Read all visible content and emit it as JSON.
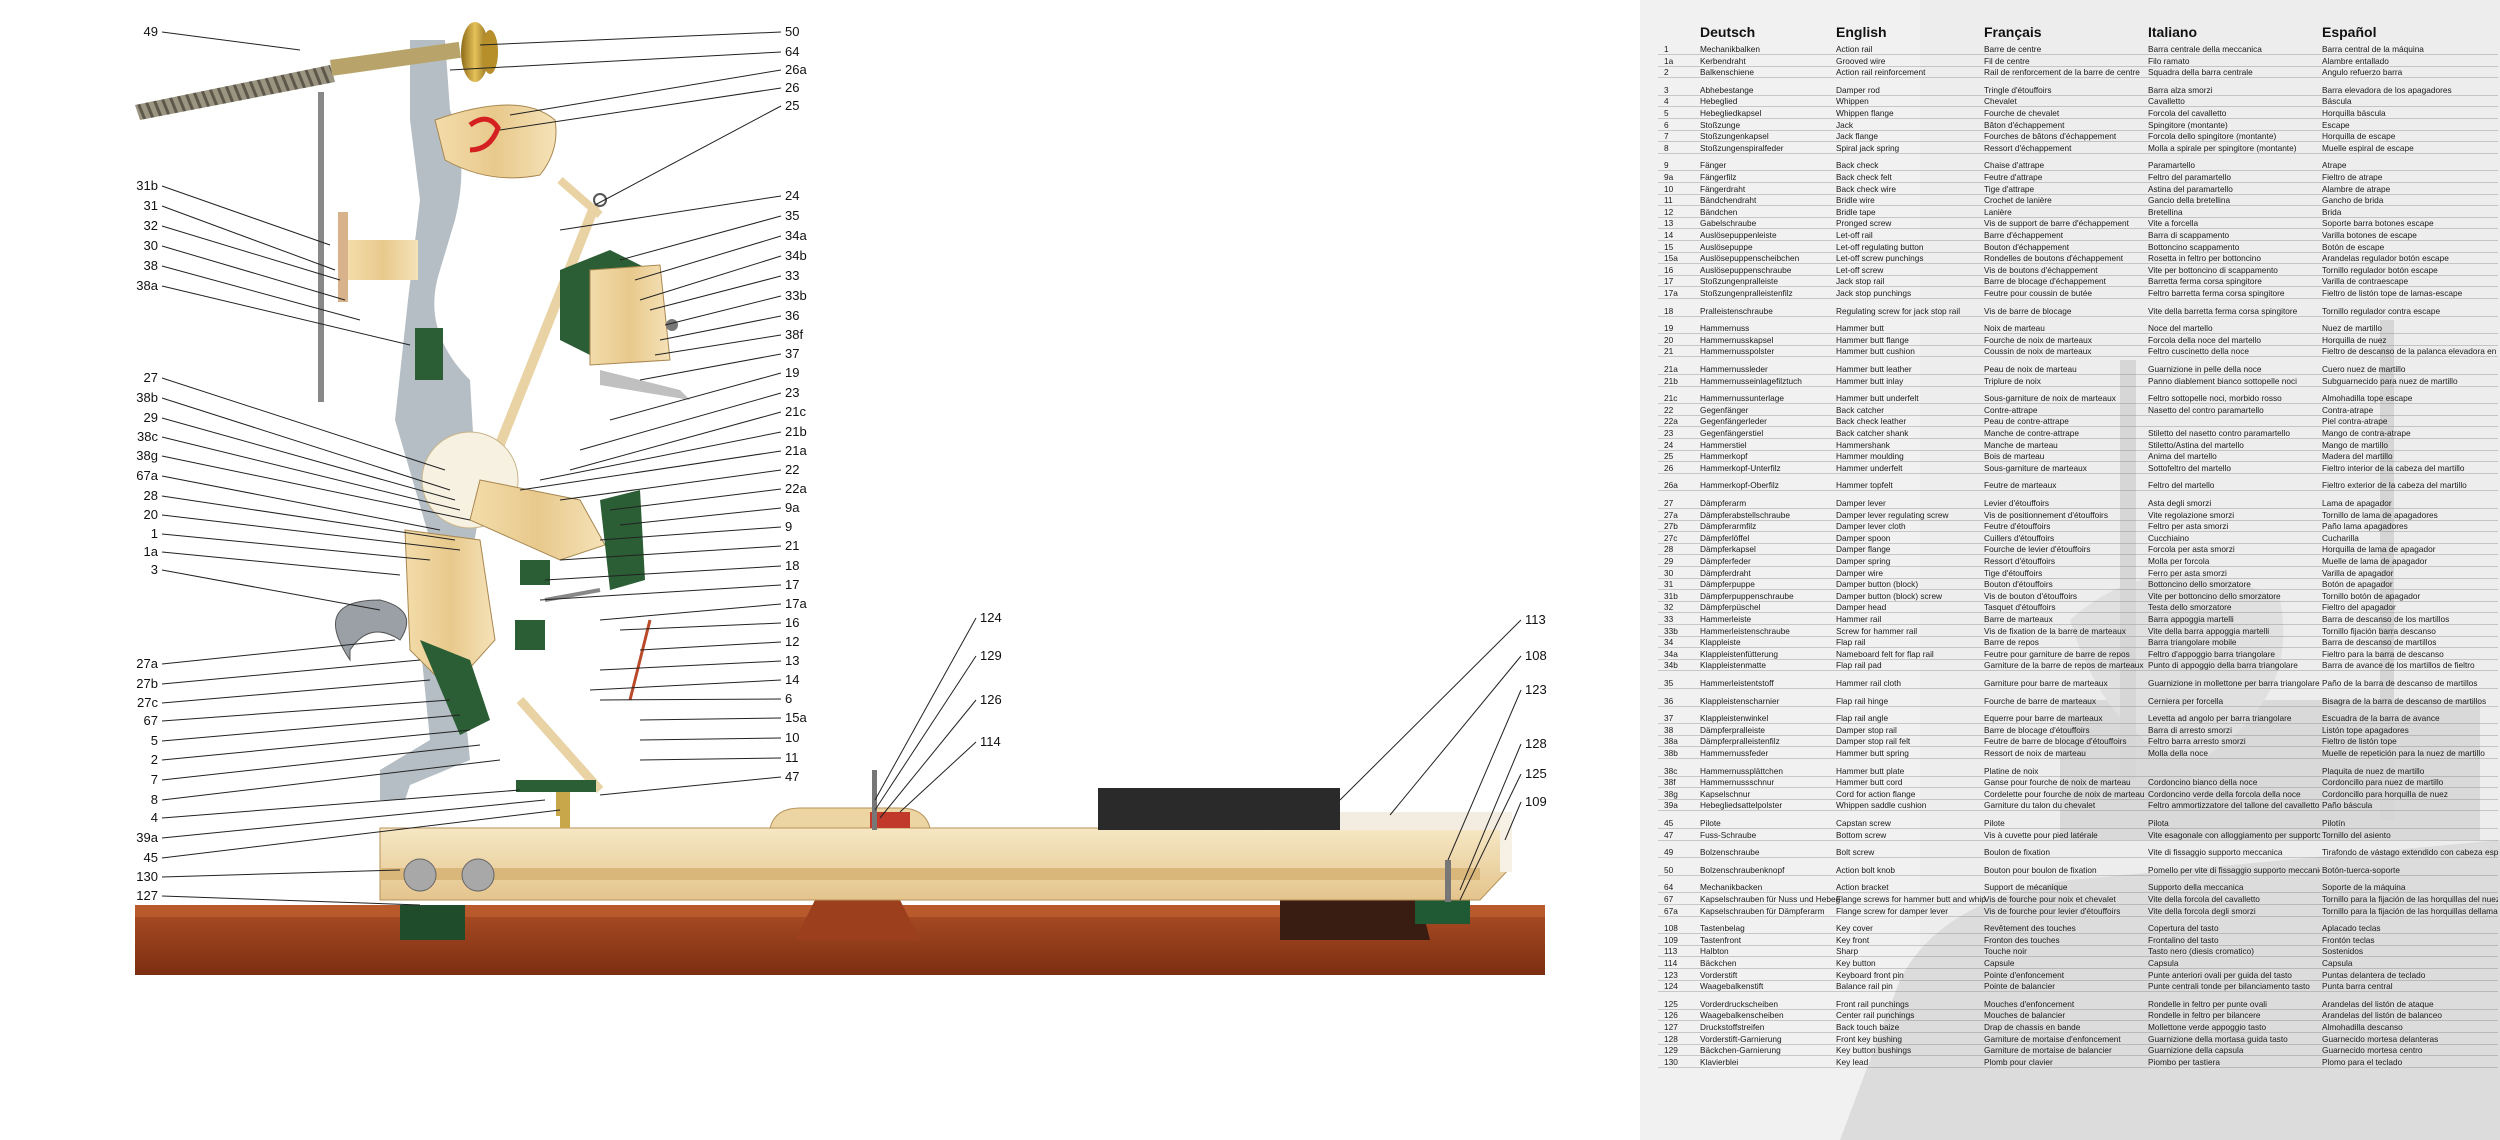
{
  "diagram": {
    "left_callouts": [
      "49",
      "31b",
      "31",
      "32",
      "30",
      "38",
      "38a",
      "27",
      "38b",
      "29",
      "38c",
      "38g",
      "67a",
      "28",
      "20",
      "1",
      "1a",
      "3",
      "27a",
      "27b",
      "27c",
      "67",
      "5",
      "2",
      "7",
      "8",
      "4",
      "39a",
      "45",
      "130",
      "127"
    ],
    "right_callouts_top": [
      "50",
      "64",
      "26a",
      "26",
      "25",
      "24",
      "35",
      "34a",
      "34b",
      "33",
      "33b",
      "36",
      "38f",
      "37",
      "19",
      "23",
      "21c",
      "21b",
      "21a",
      "22",
      "22a",
      "9a",
      "9",
      "21",
      "18",
      "17",
      "17a",
      "16",
      "12",
      "13",
      "14",
      "6",
      "15a",
      "10",
      "11",
      "47"
    ],
    "key_callouts": [
      "124",
      "129",
      "126",
      "114"
    ],
    "far_right_callouts": [
      "113",
      "108",
      "123",
      "128",
      "125",
      "109"
    ]
  },
  "legend": {
    "headers": {
      "deutsch": "Deutsch",
      "english": "English",
      "francais": "Français",
      "italiano": "Italiano",
      "espanol": "Español"
    },
    "rows": [
      {
        "n": "1",
        "de": "Mechanikbalken",
        "en": "Action rail",
        "fr": "Barre de centre",
        "it": "Barra centrale della meccanica",
        "es": "Barra central de la máquina"
      },
      {
        "n": "1a",
        "de": "Kerbendraht",
        "en": "Grooved wire",
        "fr": "Fil de centre",
        "it": "Filo ramato",
        "es": "Alambre entallado"
      },
      {
        "n": "2",
        "de": "Balkenschiene",
        "en": "Action rail reinforcement",
        "fr": "Rail de renforcement de la barre de centre",
        "it": "Squadra della barra centrale",
        "es": "Angulo refuerzo barra"
      },
      {
        "n": "3",
        "de": "Abhebestange",
        "en": "Damper rod",
        "fr": "Tringle d'étouffoirs",
        "it": "Barra alza smorzi",
        "es": "Barra elevadora de los apagadores"
      },
      {
        "n": "4",
        "de": "Hebeglied",
        "en": "Whippen",
        "fr": "Chevalet",
        "it": "Cavalletto",
        "es": "Báscula"
      },
      {
        "n": "5",
        "de": "Hebegliedkapsel",
        "en": "Whippen flange",
        "fr": "Fourche de chevalet",
        "it": "Forcola del cavalletto",
        "es": "Horquilla báscula"
      },
      {
        "n": "6",
        "de": "Stoßzunge",
        "en": "Jack",
        "fr": "Bâton d'échappement",
        "it": "Spingitore (montante)",
        "es": "Escape"
      },
      {
        "n": "7",
        "de": "Stoßzungenkapsel",
        "en": "Jack flange",
        "fr": "Fourches de bâtons d'échappement",
        "it": "Forcola dello spingitore (montante)",
        "es": "Horquilla de escape"
      },
      {
        "n": "8",
        "de": "Stoßzungenspiralfeder",
        "en": "Spiral jack spring",
        "fr": "Ressort d'échappement",
        "it": "Molla a spirale per spingitore (montante)",
        "es": "Muelle espiral de escape"
      },
      {
        "n": "9",
        "de": "Fänger",
        "en": "Back check",
        "fr": "Chaise d'attrape",
        "it": "Paramartello",
        "es": "Atrape"
      },
      {
        "n": "9a",
        "de": "Fängerfilz",
        "en": "Back check felt",
        "fr": "Feutre d'attrape",
        "it": "Feltro del paramartello",
        "es": "Fieltro de atrape"
      },
      {
        "n": "10",
        "de": "Fängerdraht",
        "en": "Back check wire",
        "fr": "Tige d'attrape",
        "it": "Astina del paramartello",
        "es": "Alambre de atrape"
      },
      {
        "n": "11",
        "de": "Bändchendraht",
        "en": "Bridle wire",
        "fr": "Crochet de lanière",
        "it": "Gancio della bretellina",
        "es": "Gancho de brida"
      },
      {
        "n": "12",
        "de": "Bändchen",
        "en": "Bridle tape",
        "fr": "Lanière",
        "it": "Bretellina",
        "es": "Brida"
      },
      {
        "n": "13",
        "de": "Gabelschraube",
        "en": "Pronged screw",
        "fr": "Vis de support de barre d'échappement",
        "it": "Vite a forcella",
        "es": "Soporte barra botones escape"
      },
      {
        "n": "14",
        "de": "Auslösepuppenleiste",
        "en": "Let-off rail",
        "fr": "Barre d'échappement",
        "it": "Barra di scappamento",
        "es": "Varilla botones de escape"
      },
      {
        "n": "15",
        "de": "Auslösepuppe",
        "en": "Let-off regulating button",
        "fr": "Bouton d'échappement",
        "it": "Bottoncino scappamento",
        "es": "Botón de escape"
      },
      {
        "n": "15a",
        "de": "Auslösepuppenscheibchen",
        "en": "Let-off screw punchings",
        "fr": "Rondelles de boutons d'échappement",
        "it": "Rosetta in feltro per bottoncino",
        "es": "Arandelas regulador botón escape"
      },
      {
        "n": "16",
        "de": "Auslösepuppenschraube",
        "en": "Let-off screw",
        "fr": "Vis de boutons d'échappement",
        "it": "Vite per bottoncino di scappamento",
        "es": "Tornillo regulador botón escape"
      },
      {
        "n": "17",
        "de": "Stoßzungenpralleiste",
        "en": "Jack stop rail",
        "fr": "Barre de blocage d'échappement",
        "it": "Barretta ferma corsa spingitore",
        "es": "Varilla de contraescape"
      },
      {
        "n": "17a",
        "de": "Stoßzungenpralleistenfilz",
        "en": "Jack stop punchings",
        "fr": "Feutre pour coussin de butée",
        "it": "Feltro barretta ferma corsa spingitore",
        "es": "Fieltro de listón tope de lamas-escape"
      },
      {
        "n": "18",
        "de": "Pralleistenschraube",
        "en": "Regulating screw for jack stop rail",
        "fr": "Vis de barre de blocage",
        "it": "Vite della barretta ferma corsa spingitore",
        "es": "Tornillo regulador contra escape"
      },
      {
        "n": "19",
        "de": "Hammernuss",
        "en": "Hammer butt",
        "fr": "Noix de marteau",
        "it": "Noce del martello",
        "es": "Nuez de martillo"
      },
      {
        "n": "20",
        "de": "Hammernusskapsel",
        "en": "Hammer butt flange",
        "fr": "Fourche de noix de marteaux",
        "it": "Forcola della noce del martello",
        "es": "Horquilla de nuez"
      },
      {
        "n": "21",
        "de": "Hammernusspolster",
        "en": "Hammer butt cushion",
        "fr": "Coussin de noix de marteaux",
        "it": "Feltro cuscinetto della noce",
        "es": "Fieltro de descanso de la palanca elevadora en la nuez de martillo"
      },
      {
        "n": "21a",
        "de": "Hammernussleder",
        "en": "Hammer butt leather",
        "fr": "Peau de noix de marteau",
        "it": "Guarnizione in pelle della noce",
        "es": "Cuero nuez de martillo"
      },
      {
        "n": "21b",
        "de": "Hammernusseinlagefilztuch",
        "en": "Hammer butt inlay",
        "fr": "Triplure de noix",
        "it": "Panno diablement bianco sottopelle noci",
        "es": "Subguarnecido para nuez de martillo"
      },
      {
        "n": "21c",
        "de": "Hammernussunterlage",
        "en": "Hammer butt underfelt",
        "fr": "Sous-garniture de noix de marteaux",
        "it": "Feltro sottopelle noci, morbido rosso",
        "es": "Almohadilla tope escape"
      },
      {
        "n": "22",
        "de": "Gegenfänger",
        "en": "Back catcher",
        "fr": "Contre-attrape",
        "it": "Nasetto del contro paramartello",
        "es": "Contra-atrape"
      },
      {
        "n": "22a",
        "de": "Gegenfängerleder",
        "en": "Back check leather",
        "fr": "Peau de contre-attrape",
        "it": "",
        "es": "Piel contra-atrape"
      },
      {
        "n": "23",
        "de": "Gegenfängerstiel",
        "en": "Back catcher shank",
        "fr": "Manche de contre-attrape",
        "it": "Stiletto del nasetto contro paramartello",
        "es": "Mango de contra-atrape"
      },
      {
        "n": "24",
        "de": "Hammerstiel",
        "en": "Hammershank",
        "fr": "Manche de marteau",
        "it": "Stiletto/Astina del martello",
        "es": "Mango de martillo"
      },
      {
        "n": "25",
        "de": "Hammerkopf",
        "en": "Hammer moulding",
        "fr": "Bois de marteau",
        "it": "Anima del martello",
        "es": "Madera del martillo"
      },
      {
        "n": "26",
        "de": "Hammerkopf-Unterfilz",
        "en": "Hammer underfelt",
        "fr": "Sous-garniture de marteaux",
        "it": "Sottofeltro del martello",
        "es": "Fieltro interior de la cabeza del martillo"
      },
      {
        "n": "26a",
        "de": "Hammerkopf-Oberfilz",
        "en": "Hammer topfelt",
        "fr": "Feutre de marteaux",
        "it": "Feltro del martello",
        "es": "Fieltro exterior de la cabeza del martillo"
      },
      {
        "n": "27",
        "de": "Dämpferarm",
        "en": "Damper lever",
        "fr": "Levier d'étouffoirs",
        "it": "Asta degli smorzi",
        "es": "Lama de apagador"
      },
      {
        "n": "27a",
        "de": "Dämpferabstellschraube",
        "en": "Damper lever regulating screw",
        "fr": "Vis de positionnement d'étouffoirs",
        "it": "Vite regolazione smorzi",
        "es": "Tornillo de lama de apagadores"
      },
      {
        "n": "27b",
        "de": "Dämpferarmfilz",
        "en": "Damper lever cloth",
        "fr": "Feutre d'étouffoirs",
        "it": "Feltro per asta smorzi",
        "es": "Paño lama apagadores"
      },
      {
        "n": "27c",
        "de": "Dämpferlöffel",
        "en": "Damper spoon",
        "fr": "Cuillers d'étouffoirs",
        "it": "Cucchiaino",
        "es": "Cucharilla"
      },
      {
        "n": "28",
        "de": "Dämpferkapsel",
        "en": "Damper flange",
        "fr": "Fourche de levier d'étouffoirs",
        "it": "Forcola per asta smorzi",
        "es": "Horquilla de lama de apagador"
      },
      {
        "n": "29",
        "de": "Dämpferfeder",
        "en": "Damper spring",
        "fr": "Ressort d'étouffoirs",
        "it": "Molla per forcola",
        "es": "Muelle de lama de apagador"
      },
      {
        "n": "30",
        "de": "Dämpferdraht",
        "en": "Damper wire",
        "fr": "Tige d'étouffoirs",
        "it": "Ferro per asta smorzi",
        "es": "Varilla de apagador"
      },
      {
        "n": "31",
        "de": "Dämpferpuppe",
        "en": "Damper button (block)",
        "fr": "Bouton d'étouffoirs",
        "it": "Bottoncino dello smorzatore",
        "es": "Botón de apagador"
      },
      {
        "n": "31b",
        "de": "Dämpferpuppenschraube",
        "en": "Damper button (block) screw",
        "fr": "Vis de bouton d'étouffoirs",
        "it": "Vite per bottoncino dello smorzatore",
        "es": "Tornillo botón de apagador"
      },
      {
        "n": "32",
        "de": "Dämpferpüschel",
        "en": "Damper head",
        "fr": "Tasquet d'étouffoirs",
        "it": "Testa dello smorzatore",
        "es": "Fieltro del apagador"
      },
      {
        "n": "33",
        "de": "Hammerleiste",
        "en": "Hammer rail",
        "fr": "Barre de marteaux",
        "it": "Barra appoggia martelli",
        "es": "Barra de descanso de los martillos"
      },
      {
        "n": "33b",
        "de": "Hammerleistenschraube",
        "en": "Screw for hammer rail",
        "fr": "Vis de fixation de la barre de marteaux",
        "it": "Vite della barra appoggia martelli",
        "es": "Tornillo fijación barra descanso"
      },
      {
        "n": "34",
        "de": "Klappleiste",
        "en": "Flap rail",
        "fr": "Barre de repos",
        "it": "Barra triangolare mobile",
        "es": "Barra de descanso de martillos"
      },
      {
        "n": "34a",
        "de": "Klappleistenfütterung",
        "en": "Nameboard felt for flap rail",
        "fr": "Feutre pour garniture de barre de repos",
        "it": "Feltro d'appoggio barra triangolare",
        "es": "Fieltro para la barra de descanso"
      },
      {
        "n": "34b",
        "de": "Klappleistenmatte",
        "en": "Flap rail pad",
        "fr": "Garniture de la barre de repos de marteaux",
        "it": "Punto di appoggio della barra triangolare",
        "es": "Barra de avance de los martillos de fieltro"
      },
      {
        "n": "35",
        "de": "Hammerleistentstoff",
        "en": "Hammer rail cloth",
        "fr": "Garniture pour barre de marteaux",
        "it": "Guarnizione in mollettone per barra triangolare",
        "es": "Paño de la barra de descanso de martillos"
      },
      {
        "n": "36",
        "de": "Klappleistenscharnier",
        "en": "Flap rail hinge",
        "fr": "Fourche de barre de marteaux",
        "it": "Cerniera per forcella",
        "es": "Bisagra de la barra de descanso de martillos"
      },
      {
        "n": "37",
        "de": "Klappleistenwinkel",
        "en": "Flap rail angle",
        "fr": "Equerre pour barre de marteaux",
        "it": "Levetta ad angolo per barra triangolare",
        "es": "Escuadra de la barra de avance"
      },
      {
        "n": "38",
        "de": "Dämpferpralleiste",
        "en": "Damper stop rail",
        "fr": "Barre de blocage d'étouffoirs",
        "it": "Barra di arresto smorzi",
        "es": "Listón tope apagadores"
      },
      {
        "n": "38a",
        "de": "Dämpferpralleistenfilz",
        "en": "Damper stop rail felt",
        "fr": "Feutre de barre de blocage d'étouffoirs",
        "it": "Feltro barra arresto smorzi",
        "es": "Fieltro de listón tope"
      },
      {
        "n": "38b",
        "de": "Hammernussfeder",
        "en": "Hammer butt spring",
        "fr": "Ressort de noix de marteau",
        "it": "Molla della noce",
        "es": "Muelle de repetición para la nuez de martillo"
      },
      {
        "n": "38c",
        "de": "Hammernussplättchen",
        "en": "Hammer butt plate",
        "fr": "Platine de noix",
        "it": "",
        "es": "Plaquita de nuez de martillo"
      },
      {
        "n": "38f",
        "de": "Hammernussschnur",
        "en": "Hammer butt cord",
        "fr": "Ganse pour fourche de noix de marteau",
        "it": "Cordoncino bianco della noce",
        "es": "Cordoncillo para nuez de martillo"
      },
      {
        "n": "38g",
        "de": "Kapselschnur",
        "en": "Cord for action flange",
        "fr": "Cordelette pour fourche de noix de marteau",
        "it": "Cordoncino verde della forcola della noce",
        "es": "Cordoncillo para horquilla de nuez"
      },
      {
        "n": "39a",
        "de": "Hebegliedsattelpolster",
        "en": "Whippen saddle cushion",
        "fr": "Garniture du talon du chevalet",
        "it": "Feltro ammortizzatore del tallone del cavalletto",
        "es": "Paño báscula"
      },
      {
        "n": "45",
        "de": "Pilote",
        "en": "Capstan screw",
        "fr": "Pilote",
        "it": "Pilota",
        "es": "Pilotín"
      },
      {
        "n": "47",
        "de": "Fuss-Schraube",
        "en": "Bottom screw",
        "fr": "Vis à cuvette pour pied latérale",
        "it": "Vite esagonale con alloggiamento per supporto meccanica",
        "es": "Tornillo del asiento"
      },
      {
        "n": "49",
        "de": "Bolzenschraube",
        "en": "Bolt screw",
        "fr": "Boulon de fixation",
        "it": "Vite di fissaggio supporto meccanica",
        "es": "Tirafondo de vástago extendido con cabeza especial de tornillo para soporte de la máquina"
      },
      {
        "n": "50",
        "de": "Bolzenschraubenknopf",
        "en": "Action bolt knob",
        "fr": "Bouton pour boulon de fixation",
        "it": "Pomello per vite di fissaggio supporto meccanica",
        "es": "Botón-tuerca-soporte"
      },
      {
        "n": "64",
        "de": "Mechanikbacken",
        "en": "Action bracket",
        "fr": "Support de mécanique",
        "it": "Supporto della meccanica",
        "es": "Soporte de la máquina"
      },
      {
        "n": "67",
        "de": "Kapselschrauben für Nuss und Hebeglied",
        "en": "Flange screws for hammer butt and whippen",
        "fr": "Vis de fourche pour noix et chevalet",
        "it": "Vite della forcola del cavalletto",
        "es": "Tornillo para la fijación de las horquillas del nuez y báscula"
      },
      {
        "n": "67a",
        "de": "Kapselschrauben für Dämpferarm",
        "en": "Flange screw for damper lever",
        "fr": "Vis de fourche pour levier d'étouffoirs",
        "it": "Vite della forcola degli smorzi",
        "es": "Tornillo para la fijación de las horquillas dellama de apagador"
      },
      {
        "n": "108",
        "de": "Tastenbelag",
        "en": "Key cover",
        "fr": "Revêtement des touches",
        "it": "Copertura del tasto",
        "es": "Aplacado teclas"
      },
      {
        "n": "109",
        "de": "Tastenfront",
        "en": "Key front",
        "fr": "Fronton des touches",
        "it": "Frontalino del tasto",
        "es": "Frontón teclas"
      },
      {
        "n": "113",
        "de": "Halbton",
        "en": "Sharp",
        "fr": "Touche noir",
        "it": "Tasto nero (diesis cromatico)",
        "es": "Sostenidos"
      },
      {
        "n": "114",
        "de": "Bäckchen",
        "en": "Key button",
        "fr": "Capsule",
        "it": "Capsula",
        "es": "Capsula"
      },
      {
        "n": "123",
        "de": "Vorderstift",
        "en": "Keyboard front pin",
        "fr": "Pointe d'enfoncement",
        "it": "Punte anteriori ovali per guida del tasto",
        "es": "Puntas delantera de teclado"
      },
      {
        "n": "124",
        "de": "Waagebalkenstift",
        "en": "Balance rail pin",
        "fr": "Pointe de balancier",
        "it": "Punte centrali tonde per bilanciamento tasto",
        "es": "Punta barra central"
      },
      {
        "n": "125",
        "de": "Vorderdruckscheiben",
        "en": "Front rail punchings",
        "fr": "Mouches d'enfoncement",
        "it": "Rondelle in feltro per punte ovali",
        "es": "Arandelas del listón de ataque"
      },
      {
        "n": "126",
        "de": "Waagebalkenscheiben",
        "en": "Center rail punchings",
        "fr": "Mouches de balancier",
        "it": "Rondelle in feltro per bilancere",
        "es": "Arandelas del listón de balanceo"
      },
      {
        "n": "127",
        "de": "Druckstoffstreifen",
        "en": "Back touch baize",
        "fr": "Drap de chassis en bande",
        "it": "Mollettone verde appoggio tasto",
        "es": "Almohadilla descanso"
      },
      {
        "n": "128",
        "de": "Vorderstift-Garnierung",
        "en": "Front key bushing",
        "fr": "Garniture de mortaise d'enfoncement",
        "it": "Guarnizione della mortasa guida tasto",
        "es": "Guarnecido mortesa delanteras"
      },
      {
        "n": "129",
        "de": "Bäckchen-Garnierung",
        "en": "Key button bushings",
        "fr": "Garniture de mortaise de balancier",
        "it": "Guarnizione della capsula",
        "es": "Guarnecido mortesa centro"
      },
      {
        "n": "130",
        "de": "Klavierblei",
        "en": "Key lead",
        "fr": "Plomb pour clavier",
        "it": "Piombo per tastiera",
        "es": "Plomo para el teclado"
      }
    ]
  }
}
